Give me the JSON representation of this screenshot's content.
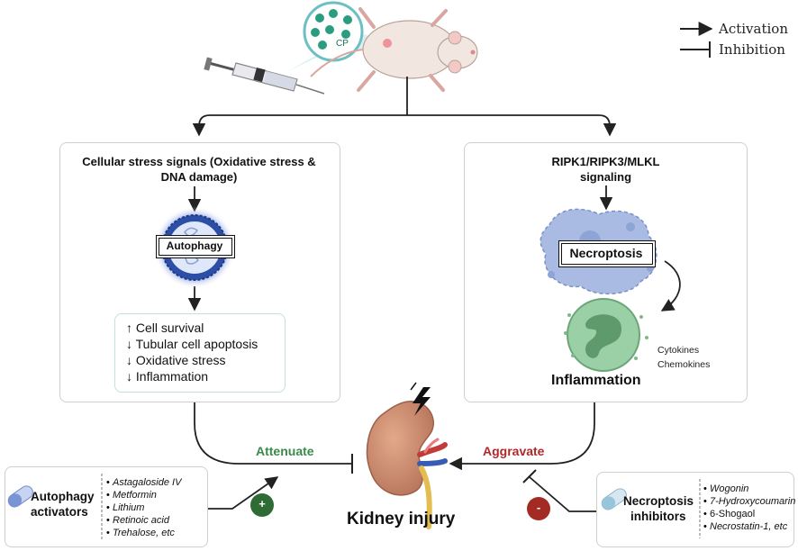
{
  "legend": {
    "activation": "Activation",
    "inhibition": "Inhibition"
  },
  "injection": {
    "drug_label": "CP"
  },
  "left_panel": {
    "title_line1": "Cellular stress signals (Oxidative stress &",
    "title_line2": "DNA damage)",
    "process_label": "Autophagy",
    "outcomes": [
      "↑ Cell survival",
      "↓ Tubular cell apoptosis",
      "↓ Oxidative stress",
      "↓ Inflammation"
    ]
  },
  "right_panel": {
    "title_line1": "RIPK1/RIPK3/MLKL",
    "title_line2": "signaling",
    "process_label": "Necroptosis",
    "mediators": [
      "Cytokines",
      "Chemokines"
    ],
    "outcome_label": "Inflammation"
  },
  "center": {
    "attenuate_label": "Attenuate",
    "aggravate_label": "Aggravate",
    "kidney_label": "Kidney injury",
    "plus_sign": "+",
    "minus_sign": "-"
  },
  "activators_box": {
    "title_line1": "Autophagy",
    "title_line2": "activators",
    "items": [
      "Astagaloside IV",
      "Metformin",
      "Lithium",
      "Retinoic acid",
      "Trehalose, etc"
    ]
  },
  "inhibitors_box": {
    "title_line1": "Necroptosis",
    "title_line2": "inhibitors",
    "items": [
      "Wogonin",
      "7-Hydroxycoumarin",
      "6-Shogaol",
      "Necrostatin-1, etc"
    ]
  },
  "colors": {
    "attenuate_green": "#3a8a4a",
    "aggravate_red": "#b0282a",
    "plus_badge": "#2e6b35",
    "minus_badge": "#a42a24",
    "autophagy_blue": "#2f4fa0",
    "necroptosis_cell": "#9aaedc",
    "inflammation_cell": "#8fc29a",
    "kidney": "#c98a6a"
  }
}
